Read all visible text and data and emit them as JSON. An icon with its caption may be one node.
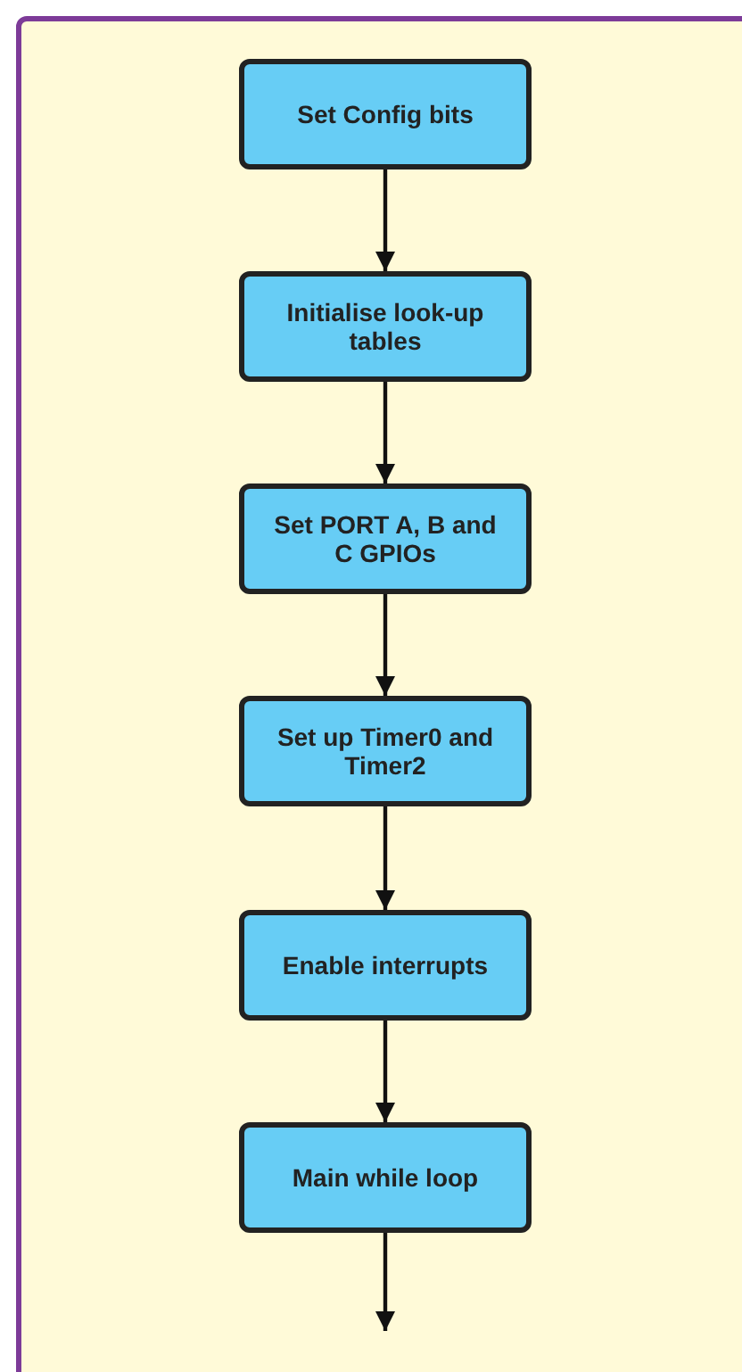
{
  "diagram": {
    "nodes": [
      {
        "text": [
          "Set Config bits"
        ]
      },
      {
        "text": [
          "Initialise look-up tables"
        ]
      },
      {
        "text": [
          "Set PORT A, B and C GPIOs"
        ]
      },
      {
        "text": [
          "Set up Timer0 and Timer2"
        ]
      },
      {
        "text": [
          "Enable interrupts"
        ]
      },
      {
        "text": [
          "Main while loop"
        ]
      }
    ],
    "edges": [
      {
        "from": 0,
        "to": 1,
        "arrow": "to"
      },
      {
        "from": 1,
        "to": 2,
        "arrow": "to"
      },
      {
        "from": 2,
        "to": 3,
        "arrow": "to"
      },
      {
        "from": 3,
        "to": 4,
        "arrow": "to"
      },
      {
        "from": 4,
        "to": 5,
        "arrow": "to"
      },
      {
        "from": 5,
        "to": null,
        "arrow": "to"
      }
    ]
  }
}
